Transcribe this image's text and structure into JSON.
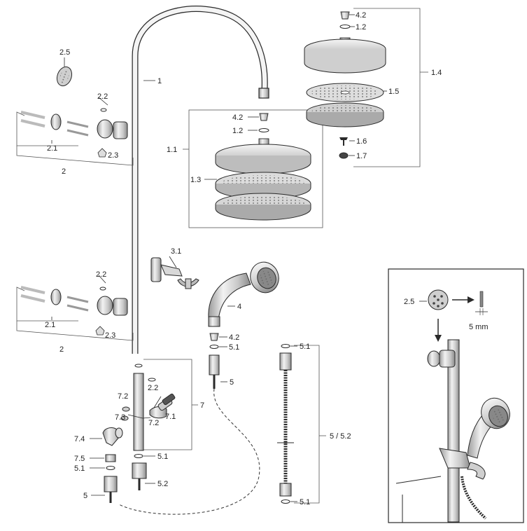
{
  "labels": {
    "l1": "1",
    "l1_1": "1.1",
    "l1_2a": "1.2",
    "l1_2b": "1.2",
    "l1_3": "1.3",
    "l1_4": "1.4",
    "l1_5": "1.5",
    "l1_6": "1.6",
    "l1_7": "1.7",
    "l4_2a": "4.2",
    "l4_2b": "4.2",
    "l4_2c": "4.2",
    "l2a": "2",
    "l2_1a": "2.1",
    "l2_2a": "2.2",
    "l2_3a": "2.3",
    "l2_5a": "2.5",
    "l2b": "2",
    "l2_1b": "2.1",
    "l2_2b": "2.2",
    "l2_3b": "2.3",
    "l2_2c": "2.2",
    "l3_1": "3.1",
    "l4": "4",
    "l5_1a": "5.1",
    "l5_1b": "5.1",
    "l5_1c": "5.1",
    "l5_1d": "5.1",
    "l5_1e": "5.1",
    "l5a": "5",
    "l5b": "5",
    "l5_5_2": "5 / 5.2",
    "l5_2": "5.2",
    "l7": "7",
    "l7_1": "7.1",
    "l7_2a": "7.2",
    "l7_2b": "7.2",
    "l7_3": "7.3",
    "l7_4": "7.4",
    "l7_5": "7.5",
    "l2_5b": "2.5",
    "mm": "5 mm"
  },
  "colors": {
    "line": "#2a2a2a",
    "metal_light": "#e4e4e4",
    "metal_mid": "#bdbdbd",
    "metal_dark": "#7a7a7a",
    "frame": "#555555"
  }
}
